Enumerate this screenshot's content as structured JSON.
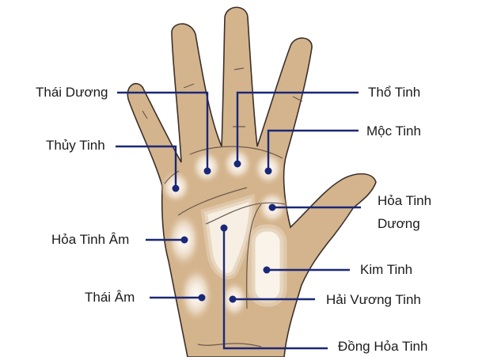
{
  "colors": {
    "skin": "#d4b48c",
    "outline": "#3b302a",
    "leader": "#1a2878",
    "mount": "#fbf6ef"
  },
  "labels": {
    "thai_duong": "Thái Dương",
    "thuy_tinh": "Thủy Tinh",
    "hoa_tinh_am": "Hỏa Tinh Âm",
    "thai_am": "Thái Âm",
    "tho_tinh": "Thổ Tinh",
    "moc_tinh": "Mộc Tinh",
    "hoa_tinh_duong_1": "Hỏa Tinh",
    "hoa_tinh_duong_2": "Dương",
    "kim_tinh": "Kim Tinh",
    "hai_vuong_tinh": "Hải Vương Tinh",
    "dong_hoa_tinh": "Đồng Hỏa Tinh"
  }
}
